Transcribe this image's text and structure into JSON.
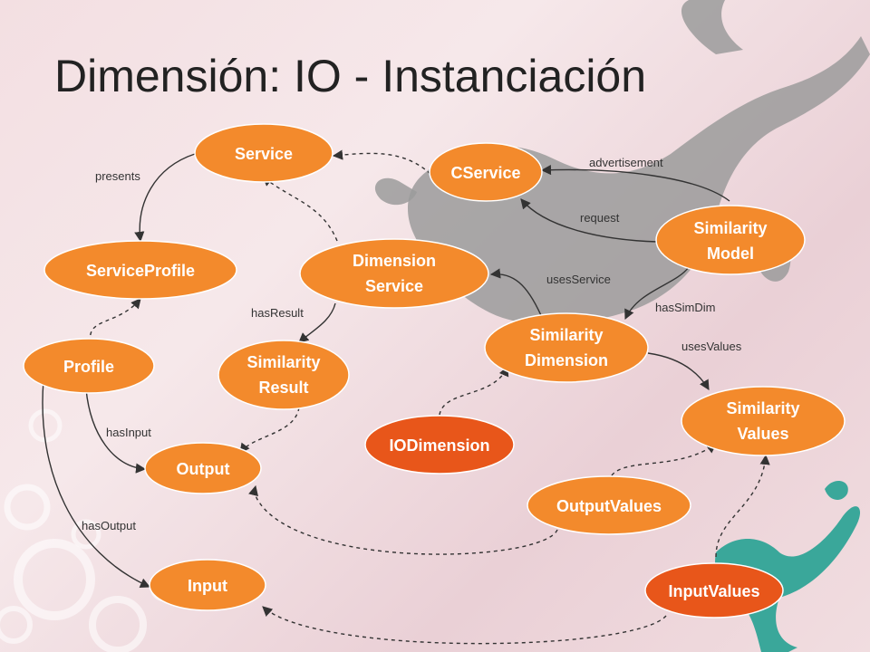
{
  "slide": {
    "title": "Dimensión: IO - Instanciación"
  },
  "colors": {
    "node_fill": "#f38a2c",
    "node_fill_highlight": "#e8561a",
    "node_stroke": "#ffffff",
    "edge": "#333333",
    "background": "#f3dfe2",
    "decor_gecko": "#9b9b9b",
    "decor_gecko_green": "#3aa79a"
  },
  "diagram": {
    "nodes": [
      {
        "id": "service",
        "lines": [
          "Service"
        ]
      },
      {
        "id": "cservice",
        "lines": [
          "CService"
        ]
      },
      {
        "id": "serviceprofile",
        "lines": [
          "ServiceProfile"
        ]
      },
      {
        "id": "dimension-service",
        "lines": [
          "Dimension",
          "Service"
        ]
      },
      {
        "id": "similarity-model",
        "lines": [
          "Similarity",
          "Model"
        ]
      },
      {
        "id": "similarity-dimension",
        "lines": [
          "Similarity",
          "Dimension"
        ]
      },
      {
        "id": "profile",
        "lines": [
          "Profile"
        ]
      },
      {
        "id": "similarity-result",
        "lines": [
          "Similarity",
          "Result"
        ]
      },
      {
        "id": "iodimension",
        "lines": [
          "IODimension"
        ],
        "highlight": true
      },
      {
        "id": "similarity-values",
        "lines": [
          "Similarity",
          "Values"
        ]
      },
      {
        "id": "output",
        "lines": [
          "Output"
        ]
      },
      {
        "id": "outputvalues",
        "lines": [
          "OutputValues"
        ]
      },
      {
        "id": "input",
        "lines": [
          "Input"
        ]
      },
      {
        "id": "inputvalues",
        "lines": [
          "InputValues"
        ]
      }
    ],
    "edge_labels": {
      "presents": "presents",
      "advertisement": "advertisement",
      "request": "request",
      "usesService": "usesService",
      "hasSimDim": "hasSimDim",
      "hasResult": "hasResult",
      "usesValues": "usesValues",
      "hasInput": "hasInput",
      "hasOutput": "hasOutput"
    }
  }
}
